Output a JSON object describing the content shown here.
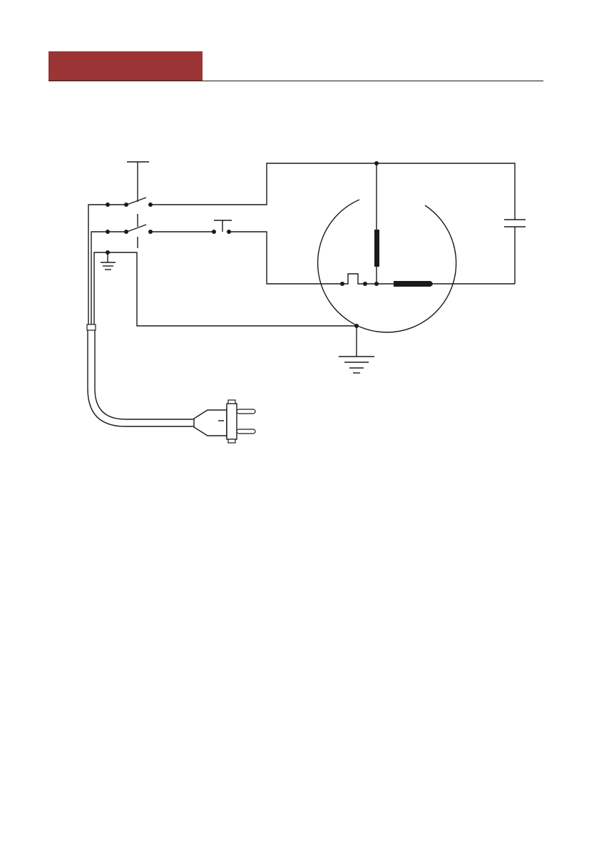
{
  "page": {
    "background": "#ffffff"
  },
  "header": {
    "tab_color": "#9b3535",
    "rule_color": "#1a1a1a"
  },
  "diagram": {
    "type": "wiring-schematic",
    "line_color": "#1a1a1a",
    "components": [
      "double-pole-switch",
      "push-button",
      "motor",
      "main-winding",
      "auxiliary-winding",
      "thermal-protector",
      "capacitor",
      "ground-symbol",
      "mains-cable",
      "mains-plug"
    ]
  }
}
